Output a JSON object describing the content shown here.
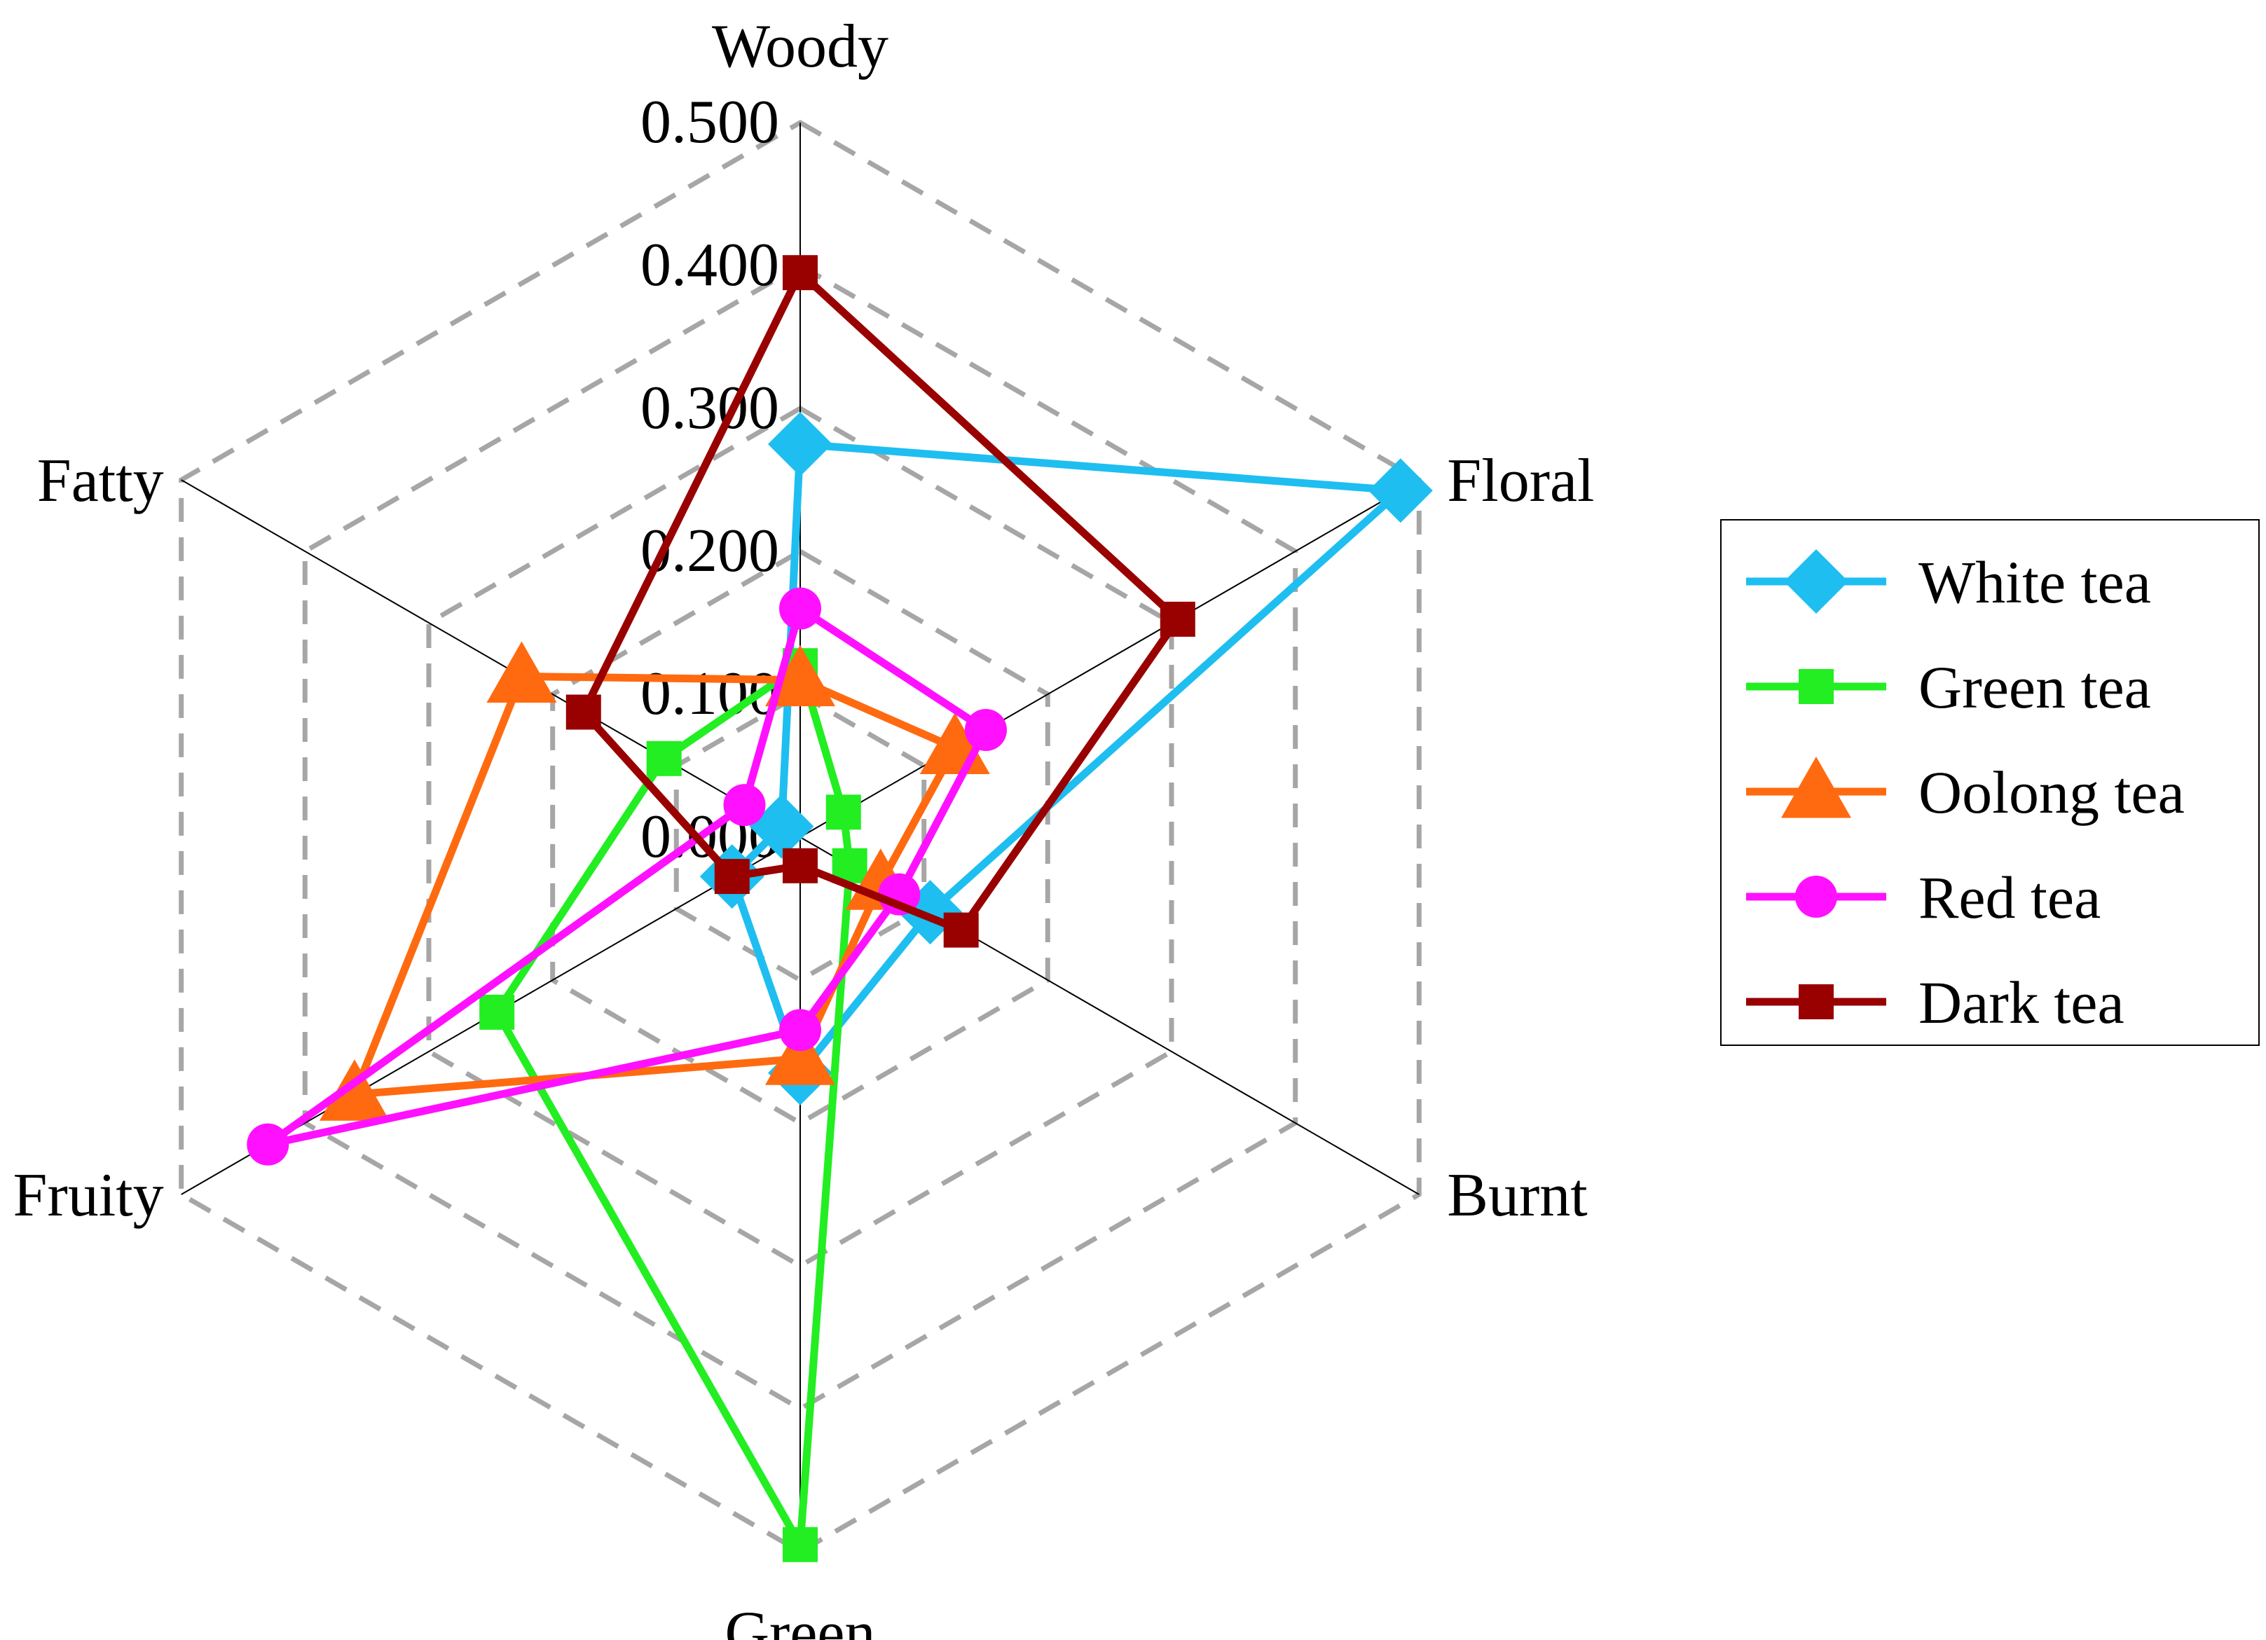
{
  "chart_data": {
    "type": "radar",
    "axes": [
      "Woody",
      "Floral",
      "Burnt",
      "Green",
      "Fruity",
      "Fatty"
    ],
    "ticks": [
      "0.000",
      "0.100",
      "0.200",
      "0.300",
      "0.400",
      "0.500"
    ],
    "range": [
      0,
      0.5
    ],
    "grid": true,
    "legend_position": "right",
    "series": [
      {
        "name": "White tea",
        "color": "#1EBEF0",
        "marker": "diamond",
        "values": [
          0.275,
          0.485,
          0.105,
          0.165,
          0.055,
          0.015
        ]
      },
      {
        "name": "Green tea",
        "color": "#22EE22",
        "marker": "square",
        "values": [
          0.12,
          0.035,
          0.04,
          0.495,
          0.245,
          0.11
        ]
      },
      {
        "name": "Oolong tea",
        "color": "#FF6A10",
        "marker": "triangle",
        "values": [
          0.11,
          0.125,
          0.065,
          0.155,
          0.36,
          0.225
        ]
      },
      {
        "name": "Red tea",
        "color": "#FF10FF",
        "marker": "circle",
        "values": [
          0.16,
          0.15,
          0.08,
          0.135,
          0.43,
          0.045
        ]
      },
      {
        "name": "Dark tea",
        "color": "#990000",
        "marker": "square",
        "values": [
          0.395,
          0.305,
          0.13,
          0.02,
          0.055,
          0.175
        ]
      }
    ]
  }
}
